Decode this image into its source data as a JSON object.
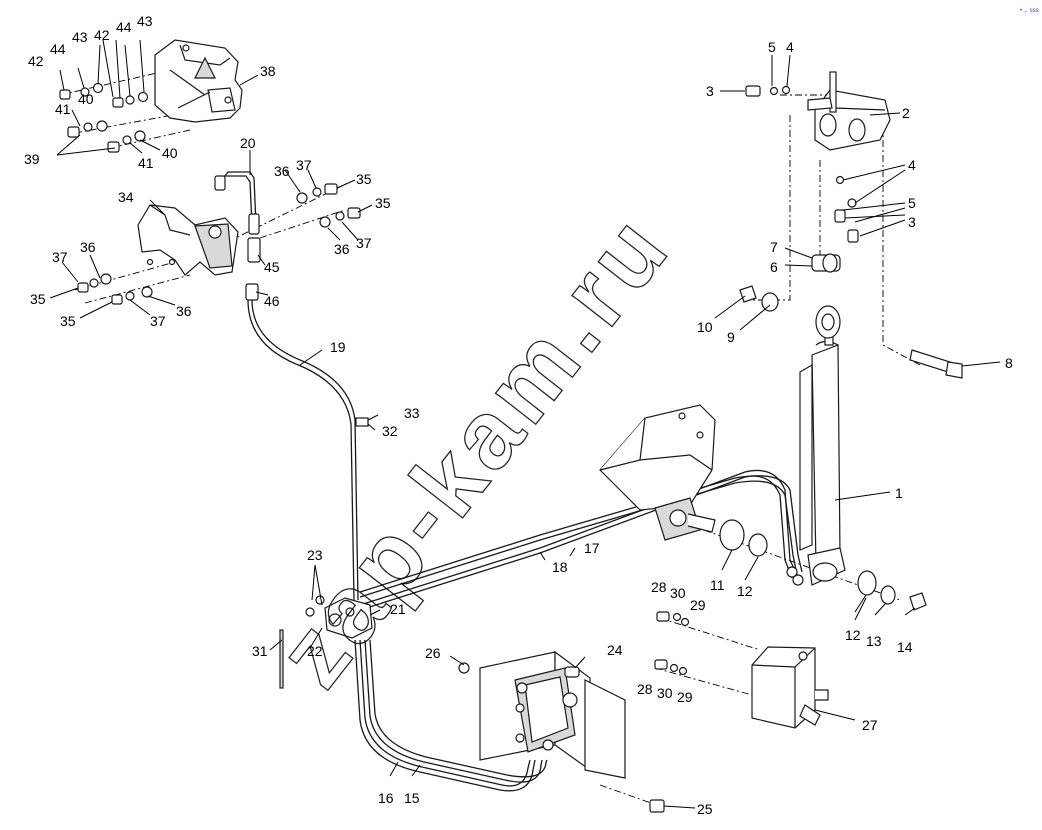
{
  "watermark": "zap-kam.ru",
  "corner_mark": "•→ sss",
  "callouts": [
    {
      "id": "c1",
      "label": "1"
    },
    {
      "id": "c2",
      "label": "2"
    },
    {
      "id": "c3a",
      "label": "3"
    },
    {
      "id": "c3b",
      "label": "3"
    },
    {
      "id": "c4a",
      "label": "4"
    },
    {
      "id": "c4b",
      "label": "4"
    },
    {
      "id": "c5a",
      "label": "5"
    },
    {
      "id": "c5b",
      "label": "5"
    },
    {
      "id": "c6",
      "label": "6"
    },
    {
      "id": "c7",
      "label": "7"
    },
    {
      "id": "c8",
      "label": "8"
    },
    {
      "id": "c9",
      "label": "9"
    },
    {
      "id": "c10",
      "label": "10"
    },
    {
      "id": "c11",
      "label": "11"
    },
    {
      "id": "c12a",
      "label": "12"
    },
    {
      "id": "c12b",
      "label": "12"
    },
    {
      "id": "c13",
      "label": "13"
    },
    {
      "id": "c14",
      "label": "14"
    },
    {
      "id": "c15",
      "label": "15"
    },
    {
      "id": "c16",
      "label": "16"
    },
    {
      "id": "c17",
      "label": "17"
    },
    {
      "id": "c18",
      "label": "18"
    },
    {
      "id": "c19",
      "label": "19"
    },
    {
      "id": "c20",
      "label": "20"
    },
    {
      "id": "c21",
      "label": "21"
    },
    {
      "id": "c22",
      "label": "22"
    },
    {
      "id": "c23",
      "label": "23"
    },
    {
      "id": "c24",
      "label": "24"
    },
    {
      "id": "c25",
      "label": "25"
    },
    {
      "id": "c26",
      "label": "26"
    },
    {
      "id": "c27",
      "label": "27"
    },
    {
      "id": "c28a",
      "label": "28"
    },
    {
      "id": "c28b",
      "label": "28"
    },
    {
      "id": "c29a",
      "label": "29"
    },
    {
      "id": "c29b",
      "label": "29"
    },
    {
      "id": "c30a",
      "label": "30"
    },
    {
      "id": "c30b",
      "label": "30"
    },
    {
      "id": "c31",
      "label": "31"
    },
    {
      "id": "c32",
      "label": "32"
    },
    {
      "id": "c33",
      "label": "33"
    },
    {
      "id": "c34",
      "label": "34"
    },
    {
      "id": "c35a",
      "label": "35"
    },
    {
      "id": "c35b",
      "label": "35"
    },
    {
      "id": "c35c",
      "label": "35"
    },
    {
      "id": "c35d",
      "label": "35"
    },
    {
      "id": "c36a",
      "label": "36"
    },
    {
      "id": "c36b",
      "label": "36"
    },
    {
      "id": "c36c",
      "label": "36"
    },
    {
      "id": "c36d",
      "label": "36"
    },
    {
      "id": "c37a",
      "label": "37"
    },
    {
      "id": "c37b",
      "label": "37"
    },
    {
      "id": "c37c",
      "label": "37"
    },
    {
      "id": "c37d",
      "label": "37"
    },
    {
      "id": "c38",
      "label": "38"
    },
    {
      "id": "c39",
      "label": "39"
    },
    {
      "id": "c40a",
      "label": "40"
    },
    {
      "id": "c40b",
      "label": "40"
    },
    {
      "id": "c41a",
      "label": "41"
    },
    {
      "id": "c41b",
      "label": "41"
    },
    {
      "id": "c42a",
      "label": "42"
    },
    {
      "id": "c42b",
      "label": "42"
    },
    {
      "id": "c43a",
      "label": "43"
    },
    {
      "id": "c43b",
      "label": "43"
    },
    {
      "id": "c44a",
      "label": "44"
    },
    {
      "id": "c44b",
      "label": "44"
    },
    {
      "id": "c45",
      "label": "45"
    },
    {
      "id": "c46",
      "label": "46"
    }
  ]
}
